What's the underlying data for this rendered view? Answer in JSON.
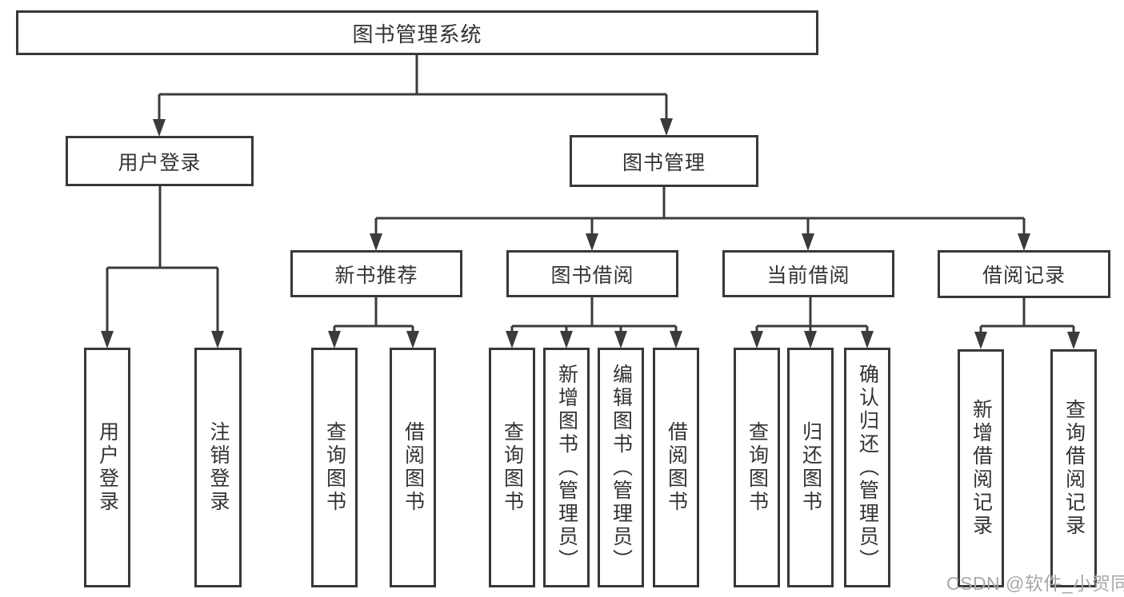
{
  "title": "图书管理系统",
  "watermark": "CSDN @软件_小贺同学",
  "colors": {
    "line": "#3b3b3b",
    "box_border": "#383838",
    "text": "#333333",
    "background": "#ffffff",
    "watermark": "#a8a8a8"
  },
  "tree": {
    "root": "图书管理系统",
    "branches": [
      {
        "label": "用户登录",
        "children": [
          "用户登录",
          "注销登录"
        ]
      },
      {
        "label": "图书管理",
        "sections": [
          {
            "label": "新书推荐",
            "children": [
              "查询图书",
              "借阅图书"
            ]
          },
          {
            "label": "图书借阅",
            "children": [
              "查询图书",
              "新增图书（管理员）",
              "编辑图书（管理员）",
              "借阅图书"
            ]
          },
          {
            "label": "当前借阅",
            "children": [
              "查询图书",
              "归还图书",
              "确认归还（管理员）"
            ]
          },
          {
            "label": "借阅记录",
            "children": [
              "新增借阅记录",
              "查询借阅记录"
            ]
          }
        ]
      }
    ]
  }
}
